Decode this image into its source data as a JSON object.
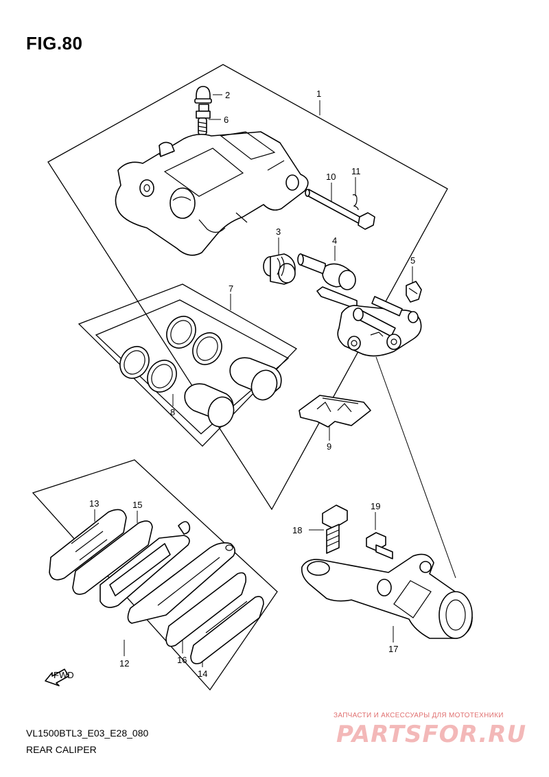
{
  "figure": {
    "title": "FIG.80"
  },
  "callouts": {
    "c1": "1",
    "c2": "2",
    "c3": "3",
    "c4": "4",
    "c5": "5",
    "c6": "6",
    "c7": "7",
    "c8": "8",
    "c9": "9",
    "c10": "10",
    "c11": "11",
    "c12": "12",
    "c13": "13",
    "c14": "14",
    "c15": "15",
    "c16": "16",
    "c17": "17",
    "c18": "18",
    "c19": "19"
  },
  "fwd_label": "FWD",
  "footer": {
    "code": "VL1500BTL3_E03_E28_080",
    "name": "REAR CALIPER"
  },
  "watermark": {
    "text": "ЗАПЧАСТИ И АКСЕССУАРЫ ДЛЯ МОТОТЕХНИКИ",
    "logo": "PARTSFOR.RU"
  }
}
